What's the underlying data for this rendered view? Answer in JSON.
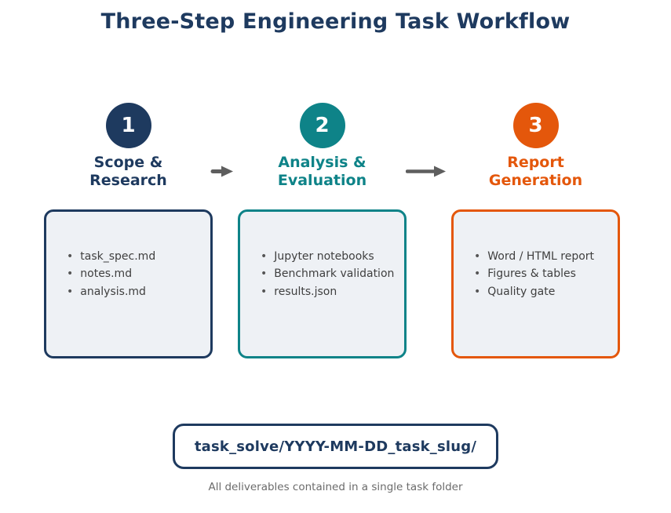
{
  "title": "Three-Step Engineering Task Workflow",
  "colors": {
    "navy": "#1e3a5f",
    "teal": "#0e8388",
    "orange": "#e4570b",
    "arrow": "#5e5e5e",
    "box_fill": "#eef1f5",
    "item_text": "#3f3f3f",
    "caption": "#6b6b6b",
    "bg": "#ffffff"
  },
  "steps": [
    {
      "number": "1",
      "label_line1": "Scope &",
      "label_line2": "Research",
      "accent": "#1e3a5f",
      "items": [
        "task_spec.md",
        "notes.md",
        "analysis.md"
      ]
    },
    {
      "number": "2",
      "label_line1": "Analysis &",
      "label_line2": "Evaluation",
      "accent": "#0e8388",
      "items": [
        "Jupyter notebooks",
        "Benchmark validation",
        "results.json"
      ]
    },
    {
      "number": "3",
      "label_line1": "Report",
      "label_line2": "Generation",
      "accent": "#e4570b",
      "items": [
        "Word / HTML report",
        "Figures & tables",
        "Quality gate"
      ]
    }
  ],
  "folder_box": {
    "path": "task_solve/YYYY-MM-DD_task_slug/"
  },
  "caption": "All deliverables contained in a single task folder"
}
